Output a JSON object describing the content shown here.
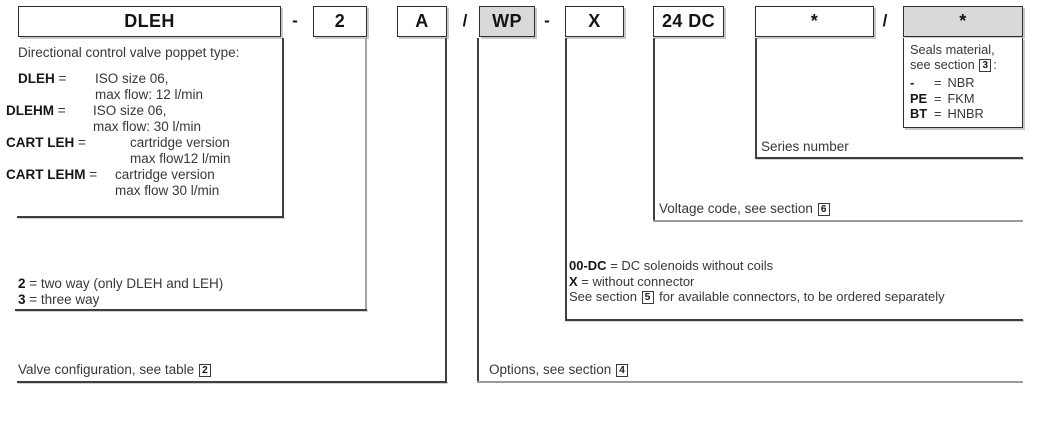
{
  "codebar": {
    "model_box": "DLEH",
    "sep1": "-",
    "ways_box": "2",
    "config_box": "A",
    "sep2": "/",
    "options_box": "WP",
    "sep3": "-",
    "connector_box": "X",
    "voltage_box": "24 DC",
    "series_box": "*",
    "sep4": "/",
    "seals_box": "*"
  },
  "valve_type": {
    "heading": "Directional control valve poppet type:",
    "entries": [
      {
        "code": "DLEH",
        "eq": " = ",
        "line1": "ISO size 06,",
        "line2": "max flow: 12 l/min"
      },
      {
        "code": "DLEHM",
        "eq": " = ",
        "line1": "ISO size 06,",
        "line2": "max flow: 30 l/min"
      },
      {
        "code": "CART LEH",
        "eq": " = ",
        "line1": "cartridge version",
        "line2": "max flow12 l/min"
      },
      {
        "code": "CART LEHM",
        "eq": " = ",
        "line1": "cartridge version",
        "line2": "max flow 30 l/min"
      }
    ]
  },
  "ways": {
    "lines": [
      {
        "code": "2",
        "rest": " = two way (only DLEH and LEH)"
      },
      {
        "code": "3",
        "rest": " = three way"
      }
    ]
  },
  "valve_config": {
    "text": "Valve configuration, see table ",
    "section": "2"
  },
  "options": {
    "text": "Options, see section ",
    "section": "4"
  },
  "connector": {
    "line1": {
      "code": "00-DC",
      "rest": " = DC solenoids without coils"
    },
    "line2": {
      "code": "X",
      "rest": " = without connector"
    },
    "line3": {
      "pre": "See section ",
      "section": "5",
      "post": " for available connectors, to be ordered separately"
    }
  },
  "voltage": {
    "text": "Voltage code, see section ",
    "section": "6"
  },
  "series": {
    "text": "Series number"
  },
  "seals": {
    "line1": "Seals material,",
    "line2": {
      "pre": "see section ",
      "section": "3",
      "post": ":"
    },
    "entries": [
      {
        "code": "-",
        "eq": "=",
        "val": "NBR"
      },
      {
        "code": "PE",
        "eq": "=",
        "val": "FKM"
      },
      {
        "code": "BT",
        "eq": "=",
        "val": "HNBR"
      }
    ]
  },
  "colors": {
    "box_gray": "#d9d9d9",
    "line_dark": "#3f3f3f",
    "line_gray": "#9a9a9a",
    "text": "#383838"
  }
}
